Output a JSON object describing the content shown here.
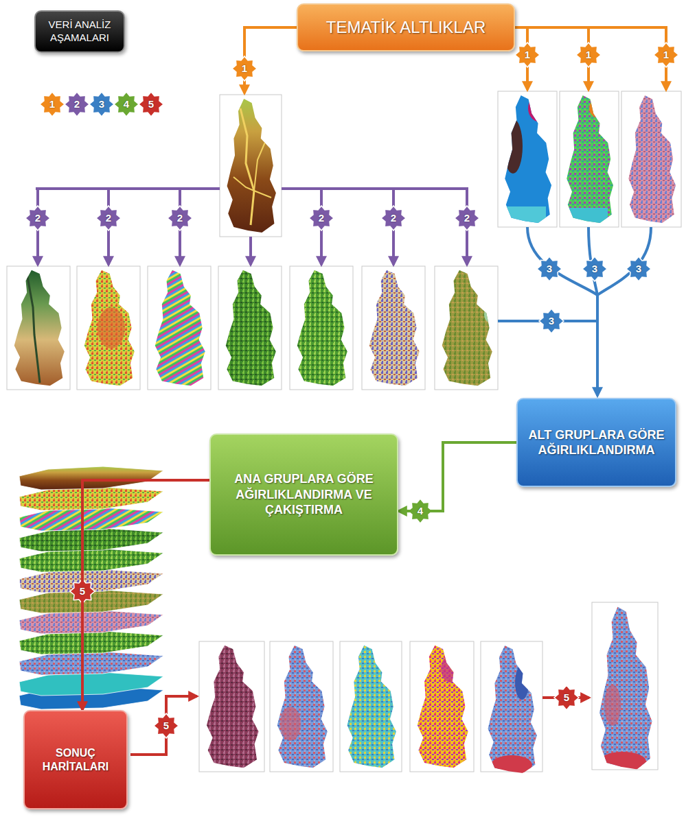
{
  "diagram": {
    "nodes": [
      {
        "text": [
          "VERİ ANALİZ AŞAMALARI"
        ]
      },
      {
        "text": [
          "TEMATİK ALTLIKLAR"
        ]
      },
      {
        "text": [
          "ALT GRUPLARA GÖRE AĞIRLIKLANDIRMA"
        ]
      },
      {
        "text": [
          "ANA GRUPLARA GÖRE AĞIRLIKLANDIRMA VE ÇAKIŞTIRMA"
        ]
      },
      {
        "text": [
          "SONUÇ HARİTALARI"
        ]
      }
    ],
    "edges": [
      {
        "from": 2,
        "to": 3,
        "arrow": "to",
        "label": "4"
      },
      {
        "from": 3,
        "to": 4,
        "arrow": "to",
        "label": "5"
      }
    ],
    "labels": [
      "1",
      "2",
      "3",
      "4",
      "5",
      "1",
      "1",
      "1",
      "1",
      "2",
      "2",
      "2",
      "2",
      "2",
      "2",
      "3",
      "3",
      "3",
      "3",
      "5",
      "5"
    ]
  }
}
